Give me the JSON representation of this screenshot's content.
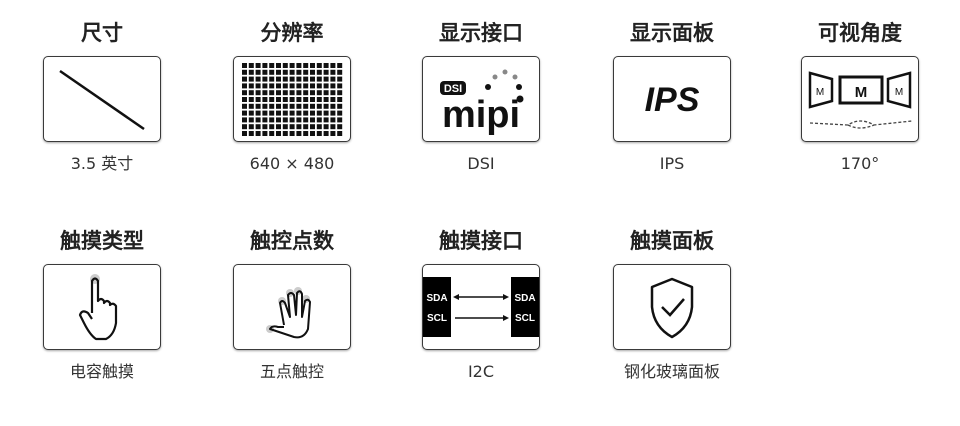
{
  "specs": [
    {
      "title": "尺寸",
      "value": "3.5 英寸",
      "icon": "diagonal-size-icon"
    },
    {
      "title": "分辨率",
      "value": "640 × 480",
      "icon": "pixel-grid-icon"
    },
    {
      "title": "显示接口",
      "value": "DSI",
      "icon": "mipi-dsi-icon",
      "icon_text": [
        "DSI",
        "mipi"
      ]
    },
    {
      "title": "显示面板",
      "value": "IPS",
      "icon": "ips-icon",
      "icon_text": "IPS"
    },
    {
      "title": "可视角度",
      "value": "170°",
      "icon": "viewing-angle-icon",
      "icon_text": "M"
    },
    {
      "title": "触摸类型",
      "value": "电容触摸",
      "icon": "finger-touch-icon"
    },
    {
      "title": "触控点数",
      "value": "五点触控",
      "icon": "multi-touch-hand-icon"
    },
    {
      "title": "触摸接口",
      "value": "I2C",
      "icon": "i2c-icon",
      "icon_text": [
        "SDA",
        "SCL"
      ]
    },
    {
      "title": "触摸面板",
      "value": "钢化玻璃面板",
      "icon": "shield-check-icon"
    }
  ]
}
